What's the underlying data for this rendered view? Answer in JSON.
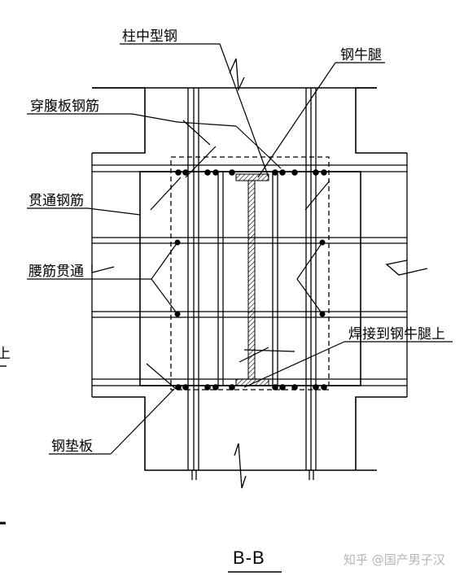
{
  "labels": {
    "steel_column": "柱中型钢",
    "steel_corbel": "钢牛腿",
    "web_rebar": "穿腹板钢筋",
    "through_rebar": "贯通钢筋",
    "waist_rebar": "腰筋贯通",
    "weld_to_corbel": "焊接到钢牛腿上",
    "steel_pad": "钢垫板",
    "edge_fragment": "上"
  },
  "section_title": "B-B",
  "watermark": "知乎 @国产男子汉",
  "colors": {
    "line": "#000000",
    "watermark": "#b5b5b5",
    "hatch": "#000000"
  }
}
